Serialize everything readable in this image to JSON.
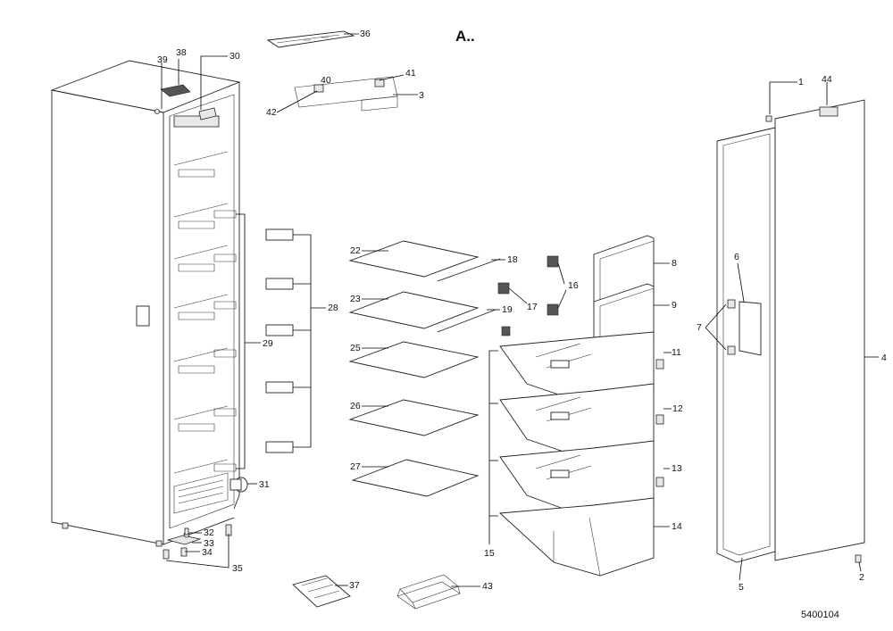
{
  "diagram": {
    "title": "A..",
    "code": "5400104",
    "callouts": [
      {
        "id": "c1",
        "text": "1"
      },
      {
        "id": "c2",
        "text": "2"
      },
      {
        "id": "c3",
        "text": "3"
      },
      {
        "id": "c4",
        "text": "4"
      },
      {
        "id": "c5",
        "text": "5"
      },
      {
        "id": "c6",
        "text": "6"
      },
      {
        "id": "c7",
        "text": "7"
      },
      {
        "id": "c8",
        "text": "8"
      },
      {
        "id": "c9",
        "text": "9"
      },
      {
        "id": "c11",
        "text": "11"
      },
      {
        "id": "c12",
        "text": "12"
      },
      {
        "id": "c13",
        "text": "13"
      },
      {
        "id": "c14",
        "text": "14"
      },
      {
        "id": "c15",
        "text": "15"
      },
      {
        "id": "c16",
        "text": "16"
      },
      {
        "id": "c17",
        "text": "17"
      },
      {
        "id": "c18",
        "text": "18"
      },
      {
        "id": "c19",
        "text": "19"
      },
      {
        "id": "c22",
        "text": "22"
      },
      {
        "id": "c23",
        "text": "23"
      },
      {
        "id": "c25",
        "text": "25"
      },
      {
        "id": "c26",
        "text": "26"
      },
      {
        "id": "c27",
        "text": "27"
      },
      {
        "id": "c28",
        "text": "28"
      },
      {
        "id": "c29",
        "text": "29"
      },
      {
        "id": "c30",
        "text": "30"
      },
      {
        "id": "c31",
        "text": "31"
      },
      {
        "id": "c32",
        "text": "32"
      },
      {
        "id": "c33",
        "text": "33"
      },
      {
        "id": "c34",
        "text": "34"
      },
      {
        "id": "c35",
        "text": "35"
      },
      {
        "id": "c36",
        "text": "36"
      },
      {
        "id": "c37",
        "text": "37"
      },
      {
        "id": "c38",
        "text": "38"
      },
      {
        "id": "c39",
        "text": "39"
      },
      {
        "id": "c40",
        "text": "40"
      },
      {
        "id": "c41",
        "text": "41"
      },
      {
        "id": "c42",
        "text": "42"
      },
      {
        "id": "c43",
        "text": "43"
      },
      {
        "id": "c44",
        "text": "44"
      }
    ]
  },
  "colors": {
    "background": "#ffffff",
    "line": "#222222",
    "text": "#111111"
  }
}
